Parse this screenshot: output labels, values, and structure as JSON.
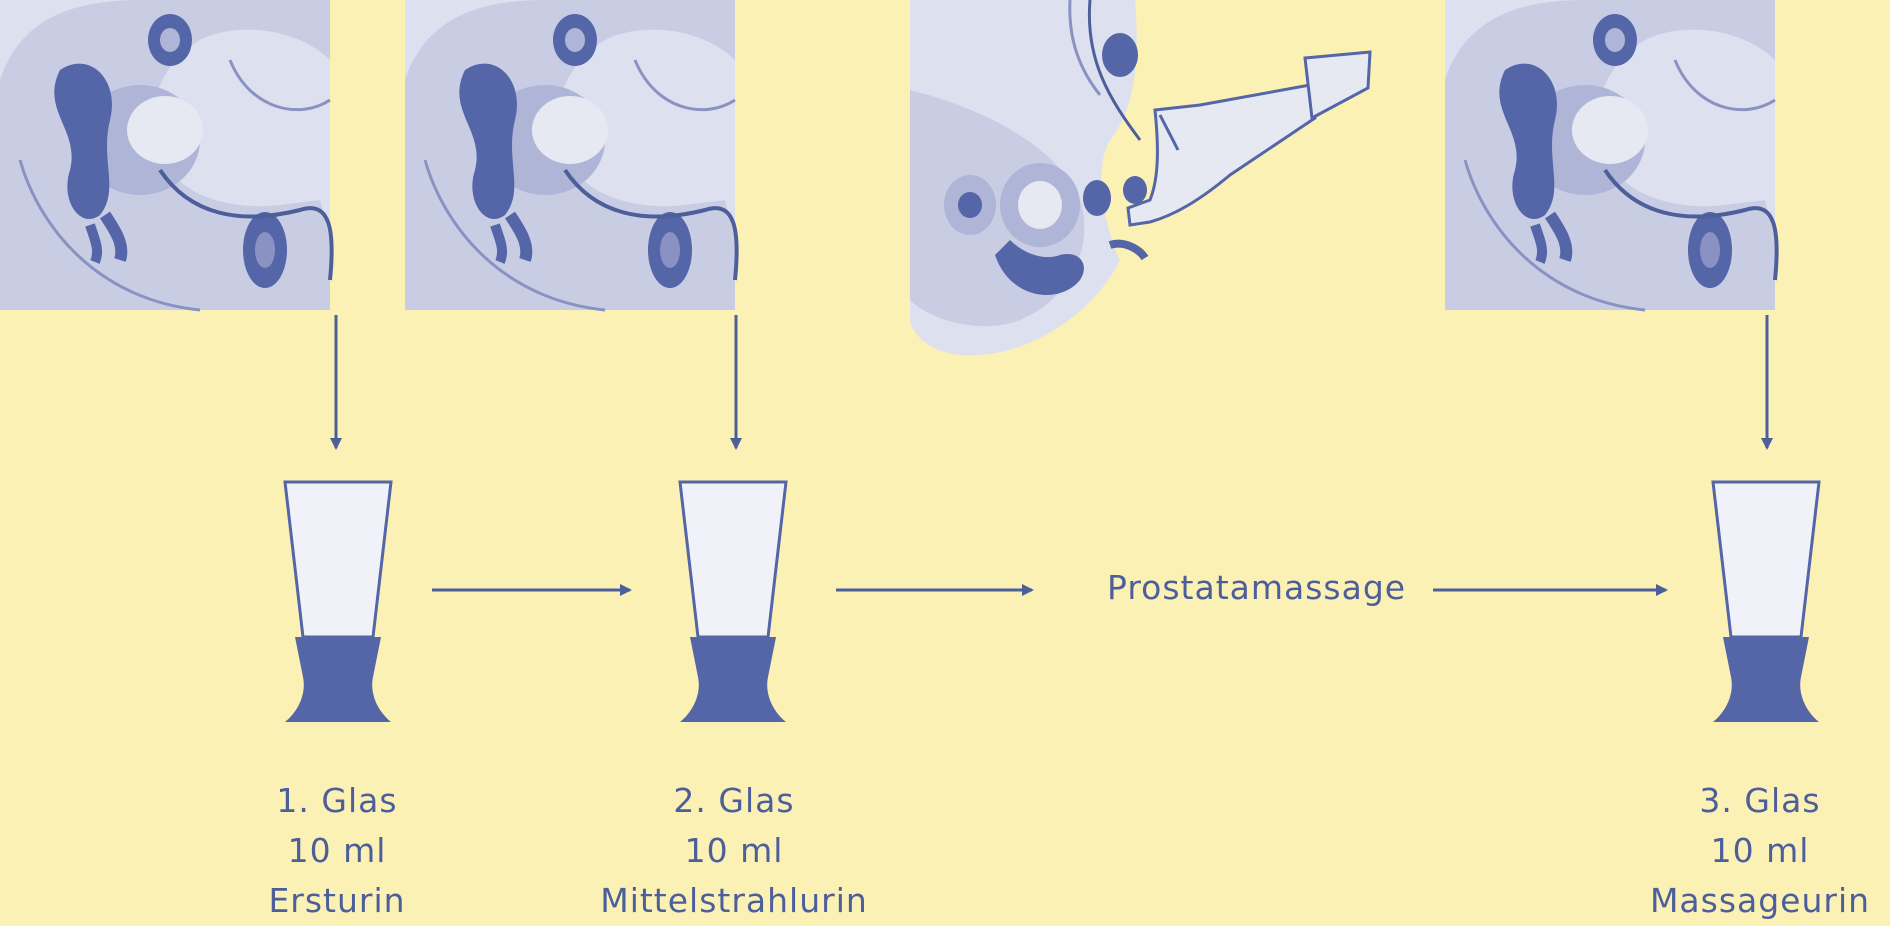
{
  "colors": {
    "background": "#fcf1b4",
    "ink": "#4d5f9b",
    "anatomy_fill": "#dde0ee",
    "anatomy_dark": "#5465a8",
    "glass_empty": "#f1f2f9",
    "glass_liquid": "#5465a8"
  },
  "process_step": "Prostatamassage",
  "glasses": [
    {
      "number": "1. Glas",
      "volume": "10 ml",
      "name": "Ersturin"
    },
    {
      "number": "2. Glas",
      "volume": "10 ml",
      "name": "Mittelstrahlurin"
    },
    {
      "number": "3. Glas",
      "volume": "10 ml",
      "name": "Massageurin"
    }
  ]
}
